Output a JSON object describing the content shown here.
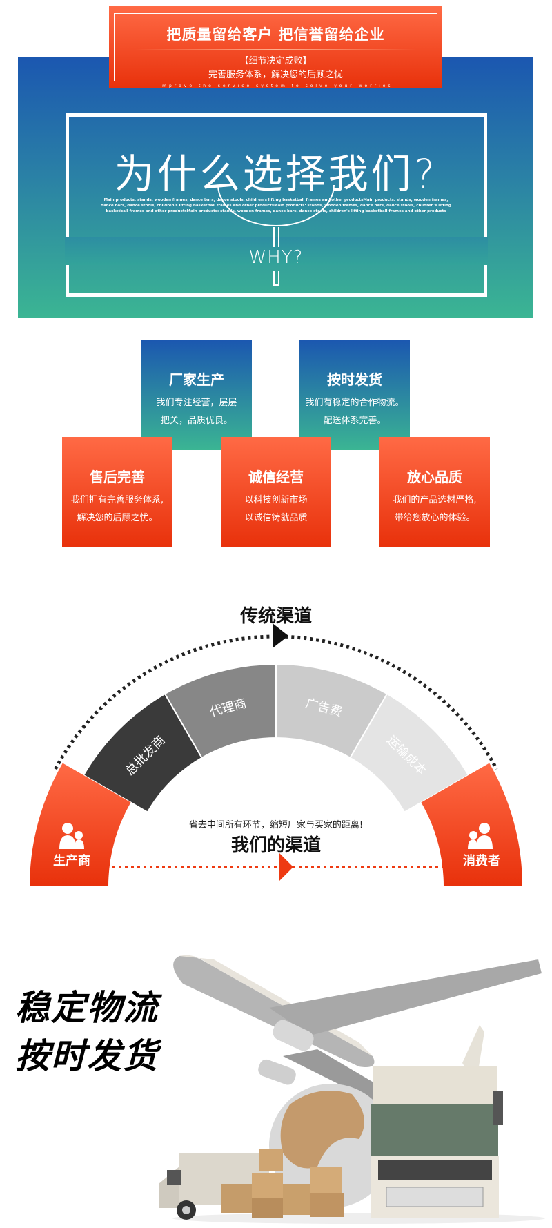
{
  "banner": {
    "title": "把质量留给客户 把信誉留给企业",
    "subtitle": "【细节决定成败】",
    "tagline": "完善服务体系，解决您的后顾之忧",
    "english": "improve the service system to solve your worries"
  },
  "why": {
    "title": "为什么选择我们?",
    "small_text": "Main products: stands, wooden frames, dance bars, dance stools, children's lifting basketball frames and other productsMain products: stands, wooden frames, dance bars, dance stools, children's lifting basketball frames and other productsMain products: stands, wooden frames, dance bars, dance stools, children's lifting basketball frames and other productsMain products: stands, wooden frames, dance bars, dance stools, children's lifting basketball frames and other products",
    "english": "WHY?"
  },
  "features": [
    {
      "title": "厂家生产",
      "line1": "我们专注经营，层层",
      "line2": "把关，品质优良。"
    },
    {
      "title": "按时发货",
      "line1": "我们有稳定的合作物流。",
      "line2": "配送体系完善。"
    },
    {
      "title": "售后完善",
      "line1": "我们拥有完善服务体系,",
      "line2": "解决您的后顾之忧。"
    },
    {
      "title": "诚信经营",
      "line1": "以科技创新市场",
      "line2": "以诚信铸就品质"
    },
    {
      "title": "放心品质",
      "line1": "我们的产品选材严格,",
      "line2": "带给您放心的体验。"
    }
  ],
  "channels": {
    "traditional_title": "传统渠道",
    "segments": [
      {
        "label": "总批发商",
        "color": "#3a3a3a",
        "text_color": "#ffffff"
      },
      {
        "label": "代理商",
        "color": "#878787",
        "text_color": "#ffffff"
      },
      {
        "label": "广告费",
        "color": "#cbcbcb",
        "text_color": "#ffffff"
      },
      {
        "label": "运输成本",
        "color": "#e4e4e4",
        "text_color": "#ffffff"
      }
    ],
    "producer": "生产商",
    "consumer": "消费者",
    "note": "省去中间所有环节，缩短厂家与买家的距离!",
    "our_title": "我们的渠道",
    "accent": "#ee3a12"
  },
  "logistics": {
    "line1": "稳定物流",
    "line2": "按时发货"
  }
}
